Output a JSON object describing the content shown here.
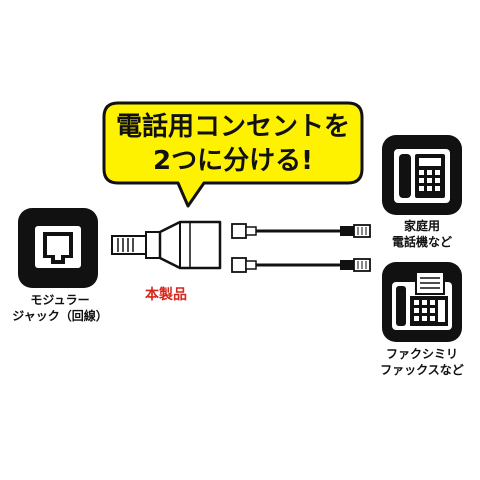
{
  "callout": {
    "line1": "電話用コンセントを",
    "line2": "2つに分ける!"
  },
  "product_label": "本製品",
  "jack": {
    "line1": "モジュラー",
    "line2": "ジャック（回線）",
    "icon": "modular-jack-icon"
  },
  "phone": {
    "line1": "家庭用",
    "line2": "電話機など",
    "icon": "telephone-icon"
  },
  "fax": {
    "line1": "ファクシミリ",
    "line2": "ファックスなど",
    "icon": "fax-icon"
  },
  "colors": {
    "callout_fill": "#fff200",
    "product_text": "#d9261c",
    "icon_bg": "#111111"
  }
}
